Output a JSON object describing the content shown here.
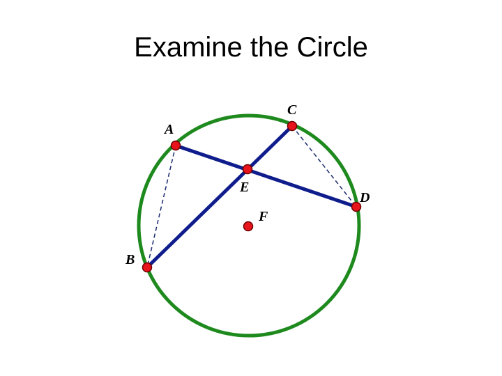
{
  "title": "Examine the Circle",
  "colors": {
    "circle": "#1e8a1e",
    "chord": "#0f1c8c",
    "dashed": "#1a2a6e",
    "point_fill": "#e8141b",
    "point_stroke": "#6b0000",
    "label": "#000000"
  },
  "points": {
    "A": "A",
    "B": "B",
    "C": "C",
    "D": "D",
    "E": "E",
    "F": "F"
  }
}
